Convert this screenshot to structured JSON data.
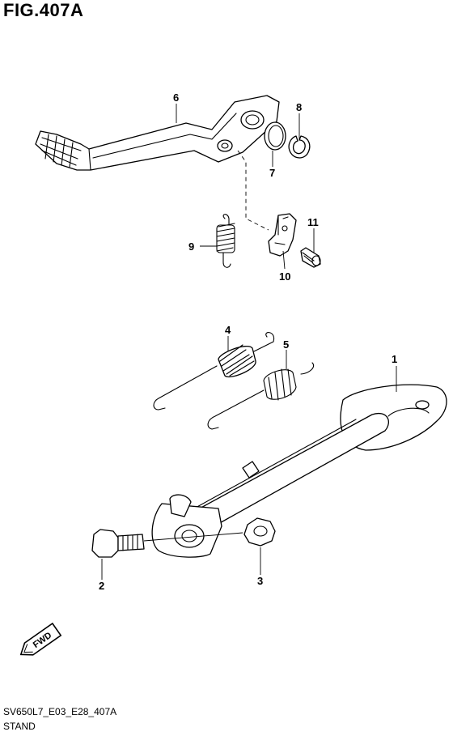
{
  "figure": {
    "title": "FIG.407A"
  },
  "footer": {
    "code": "SV650L7_E03_E28_407A",
    "name": "STAND"
  },
  "direction_badge": {
    "label": "FWD",
    "icon": "fwd-arrow-icon"
  },
  "callouts": [
    {
      "id": "1",
      "part": "side-stand"
    },
    {
      "id": "2",
      "part": "stand-bolt"
    },
    {
      "id": "3",
      "part": "stand-nut"
    },
    {
      "id": "4",
      "part": "stand-spring-1"
    },
    {
      "id": "5",
      "part": "stand-spring-2"
    },
    {
      "id": "6",
      "part": "gear-shift-lever"
    },
    {
      "id": "7",
      "part": "washer"
    },
    {
      "id": "8",
      "part": "circlip"
    },
    {
      "id": "9",
      "part": "return-spring"
    },
    {
      "id": "10",
      "part": "bracket"
    },
    {
      "id": "11",
      "part": "bolt"
    }
  ]
}
